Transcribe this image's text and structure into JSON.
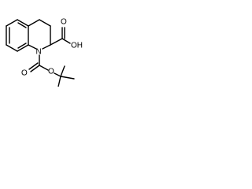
{
  "structure": {
    "atoms": {
      "n1": "N",
      "acid_oxygen": "O",
      "acid_hydroxyl": "OH",
      "boc_carbonyl_oxygen": "O",
      "boc_ester_oxygen": "O"
    },
    "colors": {
      "background": "#ffffff",
      "ink": "#000000"
    }
  }
}
